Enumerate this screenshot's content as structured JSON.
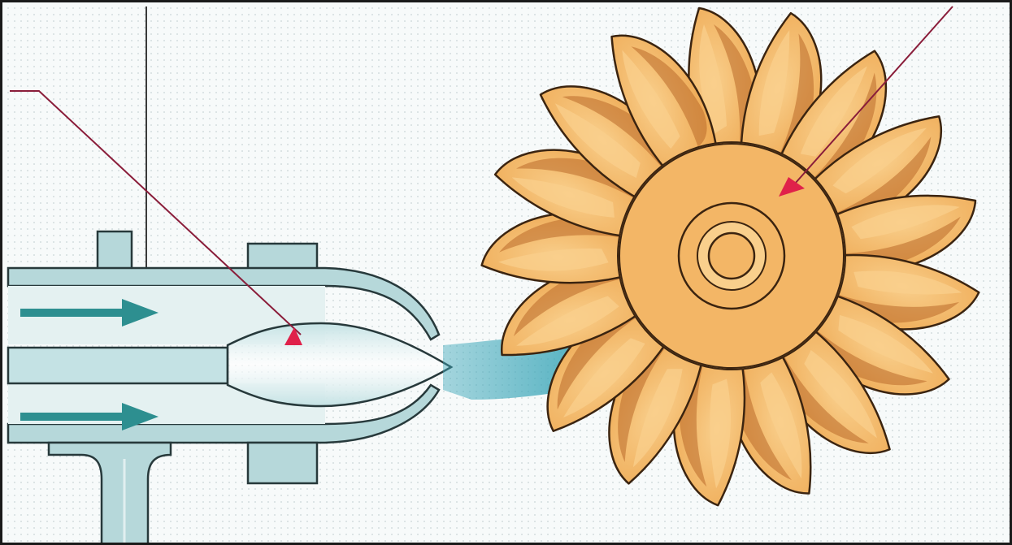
{
  "diagram": {
    "colors": {
      "background": "#f7fafa",
      "dot": "#c9d4d6",
      "pipe_fill": "#b6d8da",
      "pipe_stroke": "#27393b",
      "inner_fill": "#e4f1f1",
      "needle_fill": "#c4e2e4",
      "flow_arrow": "#2d8f90",
      "jet": "#3fa8ba",
      "bucket_fill": "#eda64f",
      "bucket_light": "#f9cf8c",
      "bucket_stroke": "#3b2410",
      "hub_fill": "#f3b666",
      "leader_line": "#8a1d3a",
      "pointer": "#e0214a",
      "frame": "#1a1a1a"
    },
    "runner": {
      "bucket_count": 17
    },
    "components": [
      "inlet-pipe",
      "spear-needle",
      "nozzle",
      "water-jet",
      "pelton-runner",
      "buckets",
      "hub"
    ],
    "flow_arrows": 2,
    "leader_lines": 3
  }
}
